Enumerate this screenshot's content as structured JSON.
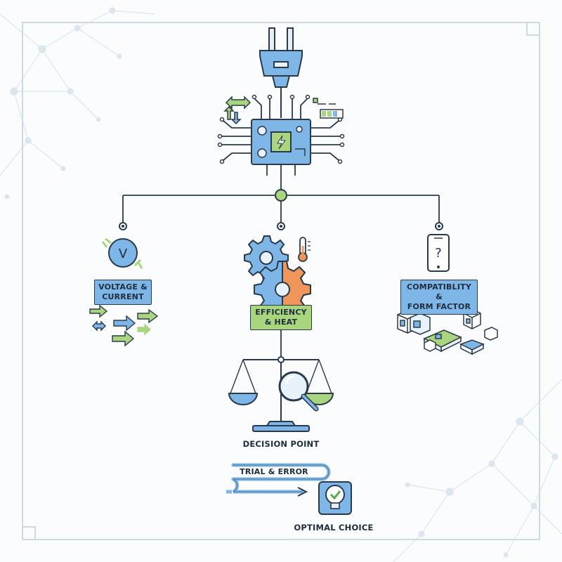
{
  "diagram": {
    "branches": [
      {
        "label": "VOLTAGE & CURRENT",
        "line1": "VOLTAGE &",
        "line2": "CURRENT",
        "icon": "voltmeter-icon",
        "color": "#7fb6e8"
      },
      {
        "label": "EFFICIENCY & HEAT",
        "line1": "EFFICIENCY",
        "line2": "& HEAT",
        "icon": "gears-thermometer-icon",
        "color": "#a9d57f"
      },
      {
        "label": "COMPATIBLITY & FORM FACTOR",
        "line1": "COMPATIBLITY &",
        "line2": "FORM FACTOR",
        "icon": "phone-question-icon",
        "color": "#7fb6e8"
      }
    ],
    "decision": "DECISION POINT",
    "trial": "TRIAL & ERROR",
    "optimal": "OPTIMAL CHOICE",
    "voltmeter_symbol": "V",
    "phone_symbol": "?"
  },
  "colors": {
    "line": "#2b3a4a",
    "blue": "#7fb6e8",
    "green": "#a9d57f",
    "orange": "#f0965a",
    "frame": "#d4dde6"
  }
}
